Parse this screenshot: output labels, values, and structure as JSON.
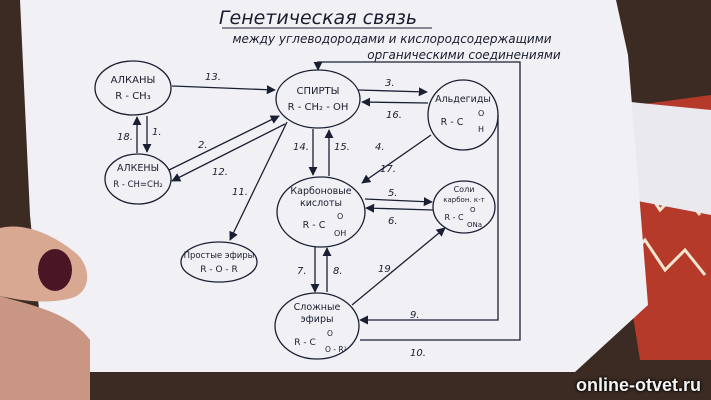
{
  "title": "Генетическая связь",
  "subtitle_line1": "между углеводородами и кислородсодержащими",
  "subtitle_line2": "органическими соединениями",
  "nodes": {
    "alkanes": {
      "name": "АЛКАНЫ",
      "formula": "R - CH₃"
    },
    "alkenes": {
      "name": "АЛКЕНЫ",
      "formula": "R - CH=CH₂"
    },
    "alcohols": {
      "name": "СПИРТЫ",
      "formula": "R - CH₂ - OH"
    },
    "aldehydes": {
      "name": "Альдегиды",
      "formula": "R - C",
      "formula_o": "O",
      "formula_h": "H"
    },
    "ethers": {
      "name": "Простые эфиры",
      "formula": "R - O - R"
    },
    "acids": {
      "name1": "Карбоновые",
      "name2": "кислоты",
      "formula": "R - C",
      "formula_o": "O",
      "formula_oh": "OH"
    },
    "salts": {
      "name1": "Соли",
      "name2": "карбон. к-т",
      "formula": "R - C",
      "formula_o": "O",
      "formula_ona": "ONa"
    },
    "esters": {
      "name1": "Сложные",
      "name2": "эфиры",
      "formula": "R - C",
      "formula_o": "O",
      "formula_or": "O - R¹"
    }
  },
  "arrow_labels": [
    "1.",
    "2.",
    "3.",
    "4.",
    "5.",
    "6.",
    "7.",
    "8.",
    "9.",
    "10.",
    "11.",
    "12.",
    "13.",
    "14.",
    "15.",
    "16.",
    "17.",
    "18.",
    "19."
  ],
  "watermark": "online-otvet.ru"
}
